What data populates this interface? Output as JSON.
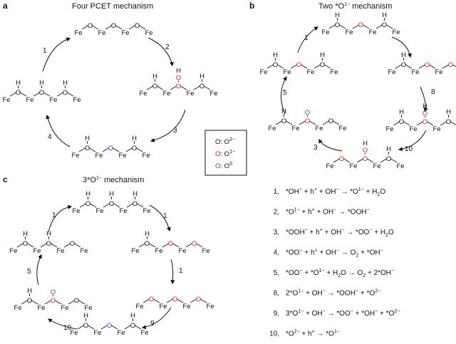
{
  "colors": {
    "ox_minus2": "#111111",
    "ox_minus1": "#d62828",
    "ox_zero": "#2a5db0",
    "arrow": "#111111"
  },
  "panel_a": {
    "letter": "a",
    "title": "Four PCET mechanism",
    "steps": [
      "1",
      "2",
      "3",
      "4"
    ]
  },
  "panel_b": {
    "letter": "b",
    "title_pre": "Two *O",
    "title_sup": "1−",
    "title_post": " mechanism",
    "steps": [
      "1",
      "8",
      "10",
      "3",
      "5"
    ]
  },
  "panel_c": {
    "letter": "c",
    "title_pre": "3*O",
    "title_sup": "1−",
    "title_post": " mechanism",
    "steps": [
      "1",
      "1",
      "1",
      "9",
      "10",
      "5"
    ]
  },
  "legend": [
    {
      "symbol": "O",
      "label": "O",
      "sup": "2−",
      "color_key": "ox_minus2"
    },
    {
      "symbol": "O",
      "label": "O",
      "sup": "1−",
      "color_key": "ox_minus1"
    },
    {
      "symbol": "O",
      "label": "O",
      "sup": "0",
      "color_key": "ox_zero"
    }
  ],
  "atoms": {
    "fe": "Fe",
    "o": "O",
    "h": "H"
  },
  "equations": [
    {
      "num": "1,",
      "parts": [
        [
          "t",
          "*OH"
        ],
        [
          "sup",
          "−"
        ],
        [
          "t",
          " + h"
        ],
        [
          "sup",
          "+"
        ],
        [
          "t",
          " + OH"
        ],
        [
          "sup",
          "−"
        ],
        [
          "t",
          " → *O"
        ],
        [
          "sup",
          "1−"
        ],
        [
          "t",
          " + H"
        ],
        [
          "sub",
          "2"
        ],
        [
          "t",
          "O"
        ]
      ]
    },
    {
      "num": "2,",
      "parts": [
        [
          "t",
          "*O"
        ],
        [
          "sup",
          "1−"
        ],
        [
          "t",
          " + h"
        ],
        [
          "sup",
          "+"
        ],
        [
          "t",
          " + OH"
        ],
        [
          "sup",
          "−"
        ],
        [
          "t",
          " → *OOH"
        ],
        [
          "sup",
          "−"
        ]
      ]
    },
    {
      "num": "3,",
      "parts": [
        [
          "t",
          "*OOH"
        ],
        [
          "sup",
          "−"
        ],
        [
          "t",
          " + h"
        ],
        [
          "sup",
          "+"
        ],
        [
          "t",
          " + OH"
        ],
        [
          "sup",
          "−"
        ],
        [
          "t",
          " → *OO"
        ],
        [
          "sup",
          "−"
        ],
        [
          "t",
          " + H"
        ],
        [
          "sub",
          "2"
        ],
        [
          "t",
          "O"
        ]
      ]
    },
    {
      "num": "4,",
      "parts": [
        [
          "t",
          "*OO"
        ],
        [
          "sup",
          "−"
        ],
        [
          "t",
          " + h"
        ],
        [
          "sup",
          "+"
        ],
        [
          "t",
          " + OH"
        ],
        [
          "sup",
          "−"
        ],
        [
          "t",
          " → O"
        ],
        [
          "sub",
          "2"
        ],
        [
          "t",
          " + *OH"
        ],
        [
          "sup",
          "−"
        ]
      ]
    },
    {
      "num": "5,",
      "parts": [
        [
          "t",
          "*OO"
        ],
        [
          "sup",
          "−"
        ],
        [
          "t",
          " + *O"
        ],
        [
          "sup",
          "1−"
        ],
        [
          "t",
          " + H"
        ],
        [
          "sub",
          "2"
        ],
        [
          "t",
          "O → O"
        ],
        [
          "sub",
          "2"
        ],
        [
          "t",
          " + 2*OH"
        ],
        [
          "sup",
          "−"
        ]
      ]
    },
    {
      "num": "8,",
      "parts": [
        [
          "t",
          "2*O"
        ],
        [
          "sup",
          "1−"
        ],
        [
          "t",
          " + OH"
        ],
        [
          "sup",
          "−"
        ],
        [
          "t",
          " → *OOH"
        ],
        [
          "sup",
          "−"
        ],
        [
          "t",
          " + *O"
        ],
        [
          "sup",
          "2−"
        ]
      ]
    },
    {
      "num": "9,",
      "parts": [
        [
          "t",
          "3*O"
        ],
        [
          "sup",
          "1−"
        ],
        [
          "t",
          " + OH"
        ],
        [
          "sup",
          "−"
        ],
        [
          "t",
          " → *OO"
        ],
        [
          "sup",
          "−"
        ],
        [
          "t",
          " + *OH"
        ],
        [
          "sup",
          "−"
        ],
        [
          "t",
          " + *O"
        ],
        [
          "sup",
          "2−"
        ]
      ]
    },
    {
      "num": "10,",
      "parts": [
        [
          "t",
          "*O"
        ],
        [
          "sup",
          "2−"
        ],
        [
          "t",
          " + h"
        ],
        [
          "sup",
          "+"
        ],
        [
          "t",
          " → *O"
        ],
        [
          "sup",
          "1−"
        ]
      ]
    }
  ],
  "structures": {
    "a1": {
      "o": [
        "k",
        "k",
        "k"
      ],
      "h": [],
      "ooh": null
    },
    "a2": {
      "o": [
        "k",
        "r",
        "k"
      ],
      "h": [
        0,
        2
      ],
      "ooh": "r"
    },
    "a3": {
      "o": [
        "k",
        "b",
        "k"
      ],
      "h": [
        0,
        2
      ],
      "ooh": null
    },
    "a4": {
      "o": [
        "k",
        "k",
        "k"
      ],
      "h": [
        0,
        1,
        2
      ],
      "ooh": null
    },
    "b1": {
      "o": [
        "k",
        "r",
        "k"
      ],
      "h": [
        0,
        2
      ],
      "ooh": null
    },
    "b2": {
      "o": [
        "k",
        "r",
        "r"
      ],
      "h": [
        0
      ],
      "ooh": null
    },
    "b3": {
      "o": [
        "k",
        "r",
        "k"
      ],
      "h": [
        0,
        2
      ],
      "ooh": "r"
    },
    "b4": {
      "o": [
        "r",
        "r",
        "k"
      ],
      "h": [
        2
      ],
      "ooh": "r"
    },
    "b5": {
      "o": [
        "k",
        "r",
        "k"
      ],
      "h": [
        0
      ],
      "ooh": "b"
    },
    "b6": {
      "o": [
        "k",
        "r",
        "k"
      ],
      "h": [
        0,
        2
      ],
      "ooh": null
    },
    "c1": {
      "o": [
        "k",
        "k",
        "k"
      ],
      "h": [
        0,
        1,
        2
      ],
      "ooh": null
    },
    "c2": {
      "o": [
        "k",
        "r",
        "r"
      ],
      "h": [
        0
      ],
      "ooh": null
    },
    "c3": {
      "o": [
        "r",
        "r",
        "r"
      ],
      "h": [],
      "ooh": null
    },
    "c4": {
      "o": [
        "k",
        "b",
        "k"
      ],
      "h": [
        0,
        2
      ],
      "ooh": null
    },
    "c5": {
      "o": [
        "k",
        "r",
        "k"
      ],
      "h": [
        0
      ],
      "ooh": "b"
    },
    "c6": {
      "o": [
        "k",
        "k",
        "k"
      ],
      "h": [
        0,
        1
      ],
      "ooh": null
    }
  }
}
